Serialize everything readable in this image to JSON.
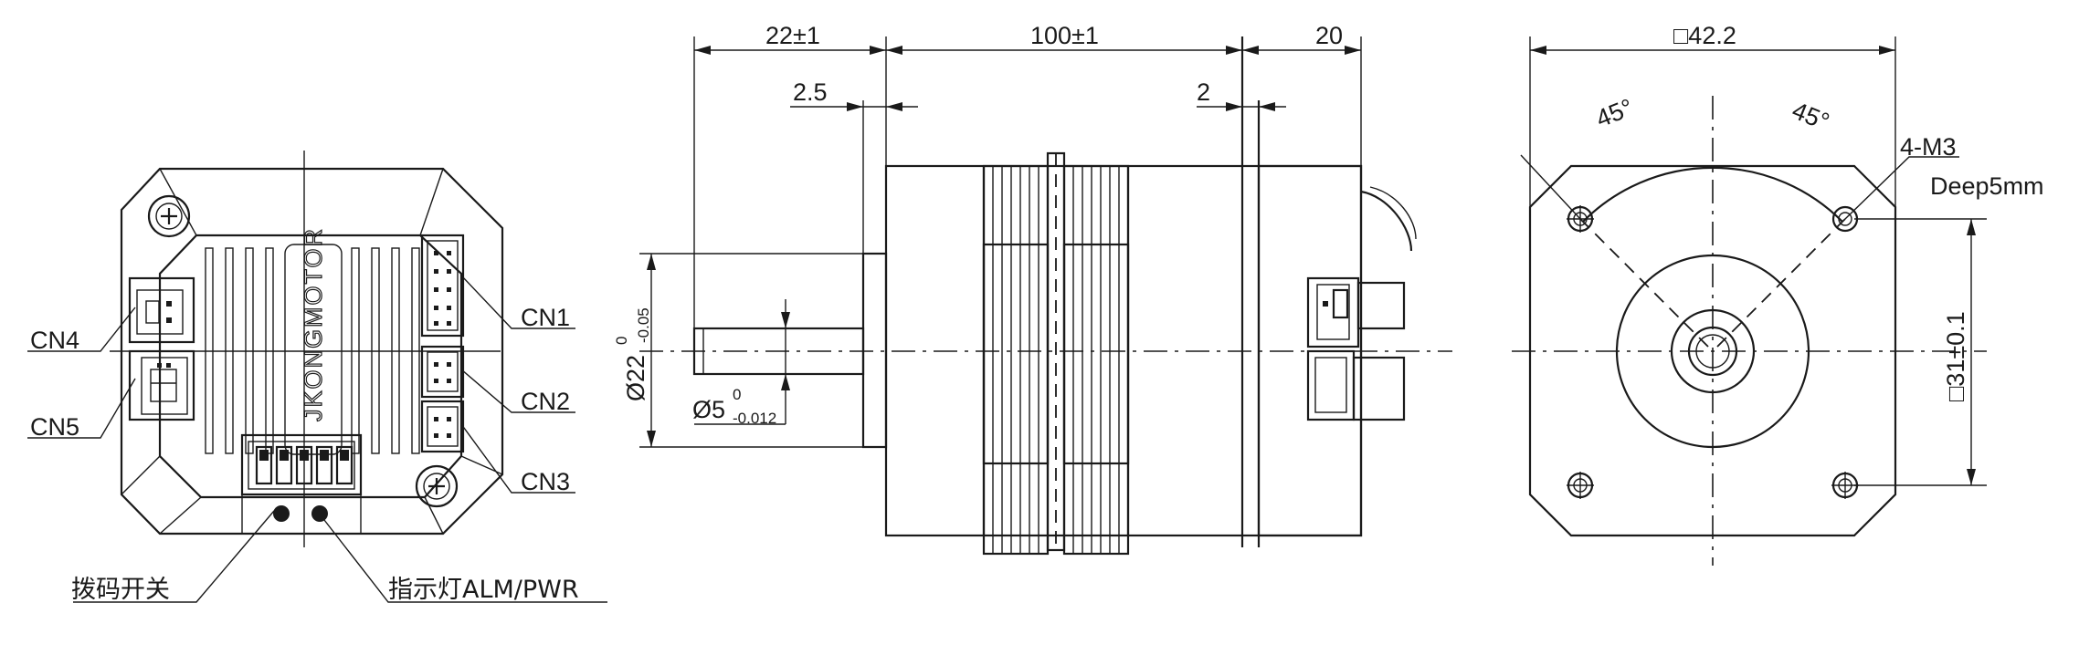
{
  "front_view": {
    "logo": "JKONGMOTOR",
    "labels": {
      "cn1": "CN1",
      "cn2": "CN2",
      "cn3": "CN3",
      "cn4": "CN4",
      "cn5": "CN5",
      "dip_switch": "拨码开关",
      "indicator": "指示灯ALM/PWR"
    }
  },
  "side_view": {
    "dims": {
      "shaft_length": "22±1",
      "body_length": "100±1",
      "driver_length": "20",
      "flange_step": "2.5",
      "gap": "2",
      "pilot_dia_main": "Ø22",
      "pilot_dia_tol_upper": "0",
      "pilot_dia_tol_lower": "-0.05",
      "shaft_dia_main": "Ø5",
      "shaft_dia_tol_upper": "0",
      "shaft_dia_tol_lower": "-0.012"
    }
  },
  "end_view": {
    "dims": {
      "frame_size": "□42.2",
      "hole_spacing": "□31±0.1",
      "angle_left": "45°",
      "angle_right": "45°",
      "holes": "4-M3",
      "depth": "Deep5mm"
    }
  }
}
